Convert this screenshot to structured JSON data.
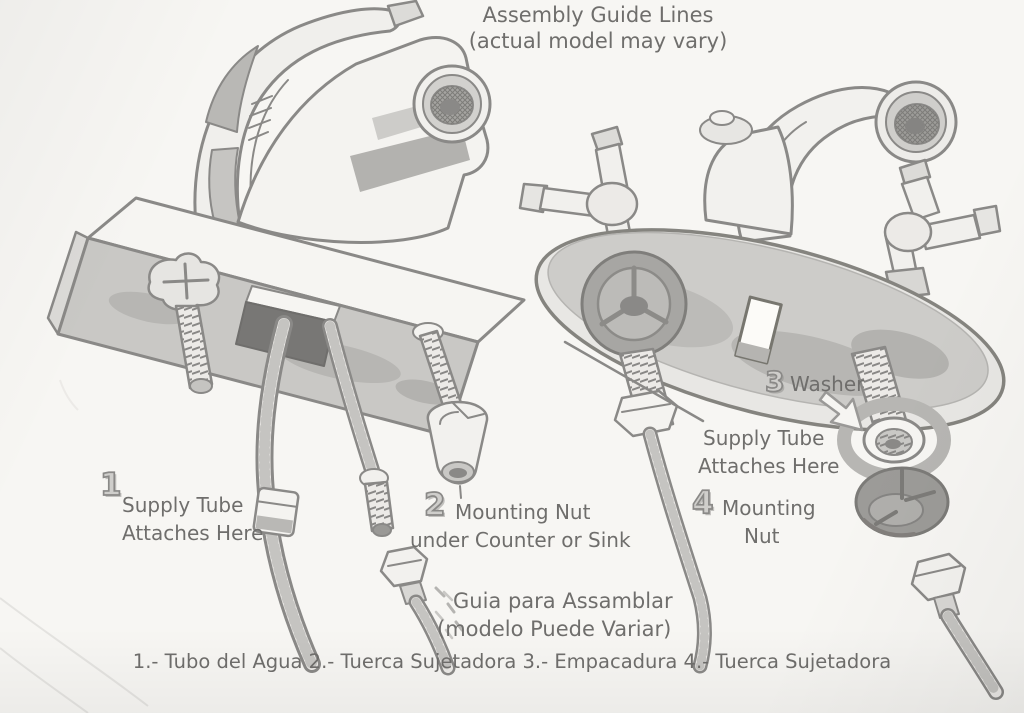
{
  "colors": {
    "paper": "#f7f6f3",
    "ink": "#8a8987",
    "text": "#6f6e6c",
    "shade": "#c9c8c5",
    "dark": "#9c9b98",
    "highlight": "#b7b6b3"
  },
  "title": {
    "line1": "Assembly Guide Lines",
    "line2": "(actual model may vary)"
  },
  "callout1": {
    "number": "1",
    "line1": "Supply Tube",
    "line2": "Attaches Here"
  },
  "callout2": {
    "number": "2",
    "line1": "Mounting Nut",
    "line2": "under Counter or Sink"
  },
  "callout3": {
    "number": "3",
    "label": "Washer"
  },
  "callout4": {
    "number": "4",
    "line1": "Mounting",
    "line2": "Nut"
  },
  "supply_right": {
    "line1": "Supply Tube",
    "line2": "Attaches Here"
  },
  "footer": {
    "es_line1": "Guia para Assamblar",
    "es_line2": "(modelo Puede Variar)",
    "legend": "1.- Tubo del Agua 2.- Tuerca Sujetadora 3.- Empacadura 4.- Tuerca Sujetadora"
  }
}
